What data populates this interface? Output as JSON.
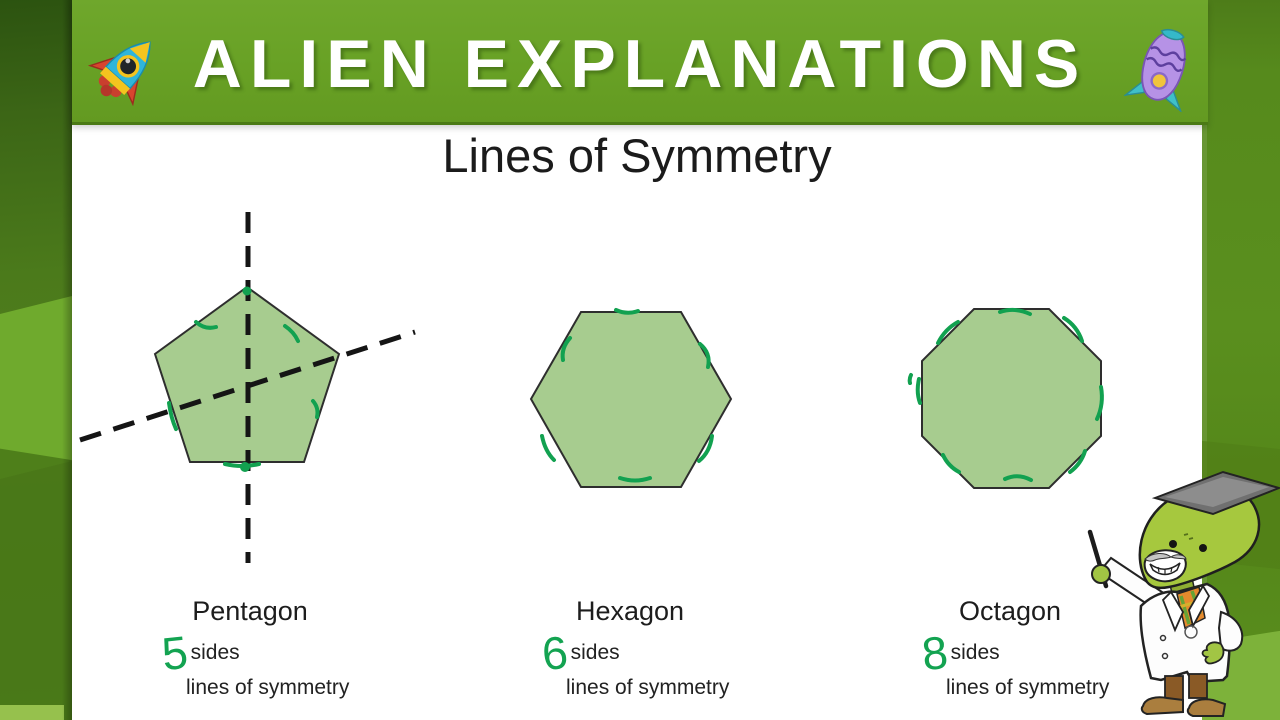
{
  "banner": {
    "title": "ALIEN EXPLANATIONS",
    "left_rocket_icon": "blue-rocket-icon",
    "right_rocket_icon": "purple-rocket-icon"
  },
  "heading": "Lines of Symmetry",
  "shapes": [
    {
      "name": "Pentagon",
      "sides": "5",
      "sides_label": "sides",
      "symmetry_label": "lines of symmetry",
      "dashed_symmetry_lines_drawn": 2
    },
    {
      "name": "Hexagon",
      "sides": "6",
      "sides_label": "sides",
      "symmetry_label": "lines of symmetry",
      "dashed_symmetry_lines_drawn": 0
    },
    {
      "name": "Octagon",
      "sides": "8",
      "sides_label": "sides",
      "symmetry_label": "lines of symmetry",
      "dashed_symmetry_lines_drawn": 0
    }
  ],
  "colors": {
    "banner_green": "#68a125",
    "side_strip_green_dark": "#4b7a1b",
    "side_strip_green_light": "#6faa2d",
    "shape_fill": "#a7cc8f",
    "shape_outline": "#2e2e2e",
    "handwriting_green": "#13a351",
    "dashed_line_black": "#151515",
    "title_text": "#ffffff",
    "body_text": "#1d1d1d"
  },
  "character": {
    "description": "alien professor with graduation cap, lab coat and pointer stick"
  }
}
